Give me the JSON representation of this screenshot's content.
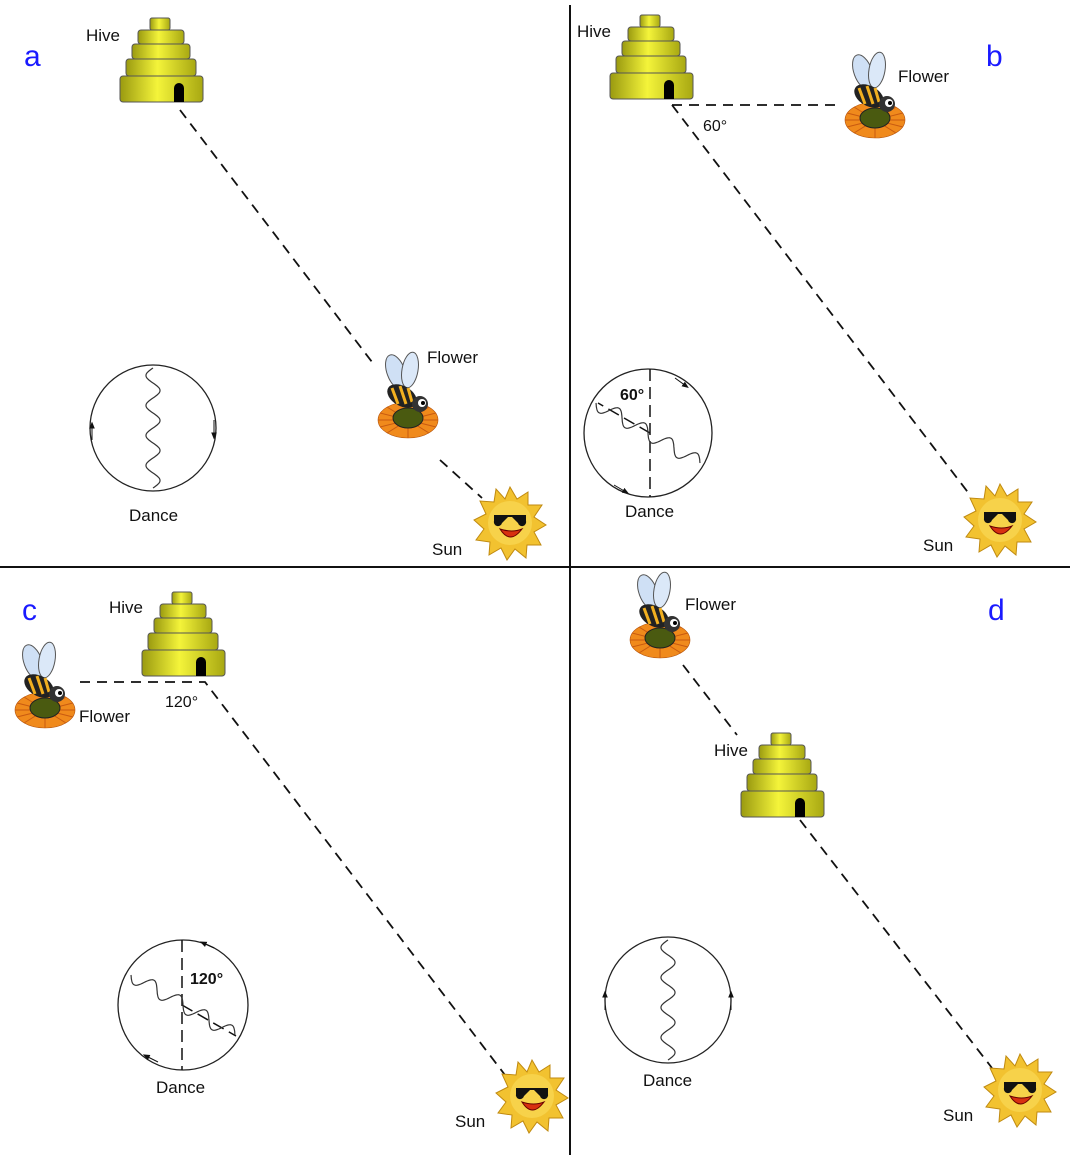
{
  "panels": {
    "a": {
      "letter": "a",
      "hive": "Hive",
      "flower": "Flower",
      "sun": "Sun",
      "dance": "Dance"
    },
    "b": {
      "letter": "b",
      "hive": "Hive",
      "flower": "Flower",
      "sun": "Sun",
      "dance": "Dance",
      "angle": "60°",
      "dance_angle": "60°"
    },
    "c": {
      "letter": "c",
      "hive": "Hive",
      "flower": "Flower",
      "sun": "Sun",
      "dance": "Dance",
      "angle": "120°",
      "dance_angle": "120°"
    },
    "d": {
      "letter": "d",
      "hive": "Hive",
      "flower": "Flower",
      "sun": "Sun",
      "dance": "Dance"
    }
  },
  "colors": {
    "panel_letter": "#1a1aff",
    "hive": "#d6d61c",
    "petals": "#f08a1c",
    "sun": "#f2c230"
  }
}
